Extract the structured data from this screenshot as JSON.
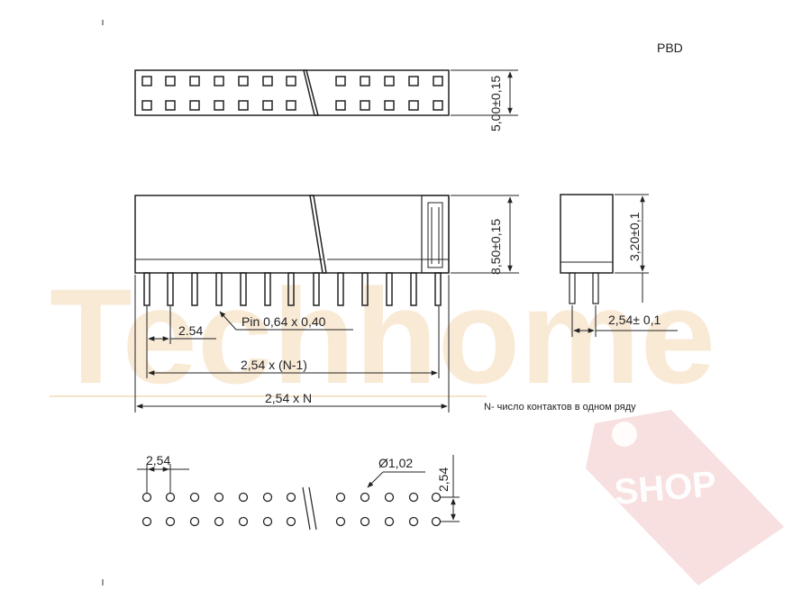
{
  "header": {
    "model_code": "PBD"
  },
  "top_view": {
    "height_dim": "5,00±0,15"
  },
  "front_view": {
    "height_dim": "8,50±0,15",
    "pitch_dim": "2.54",
    "pin_label": "Pin 0,64 x 0,40",
    "span_n_minus_1": "2,54 x (N-1)",
    "total_length": "2,54 x N",
    "note": "N- число контактов в одном ряду"
  },
  "side_view": {
    "height_dim": "3,20±0,1",
    "row_pitch_dim": "2,54± 0,1"
  },
  "footprint": {
    "pitch_dim": "2,54",
    "hole_diameter": "Ø1,02",
    "row_pitch_dim": "2,54"
  },
  "watermark": {
    "brand": "Techhome",
    "tag": "SHOP",
    "colors": {
      "brand": "#f3d2a6",
      "tag": "#f0b7ba"
    }
  }
}
